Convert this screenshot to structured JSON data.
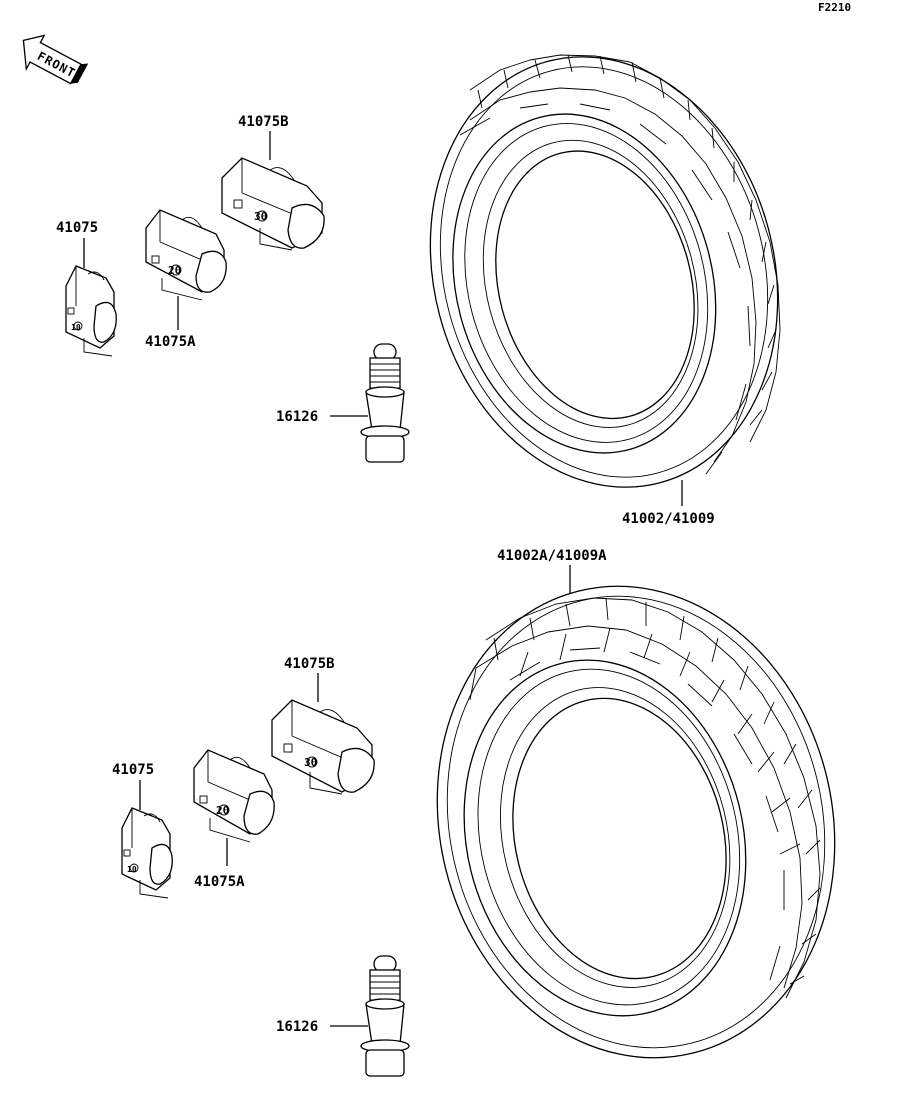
{
  "diagram_code": "F2210",
  "front_arrow": {
    "label": "FRONT",
    "icon": "front-direction-arrow-icon"
  },
  "front_wheel": {
    "tire_label": "41002/41009",
    "weight_small_label": "41075",
    "weight_medium_label": "41075A",
    "weight_large_label": "41075B",
    "valve_label": "16126"
  },
  "rear_wheel": {
    "tire_label": "41002A/41009A",
    "weight_small_label": "41075",
    "weight_medium_label": "41075A",
    "weight_large_label": "41075B",
    "valve_label": "16126"
  },
  "weight_marks": {
    "small": "10",
    "medium": "20",
    "large": "30"
  }
}
